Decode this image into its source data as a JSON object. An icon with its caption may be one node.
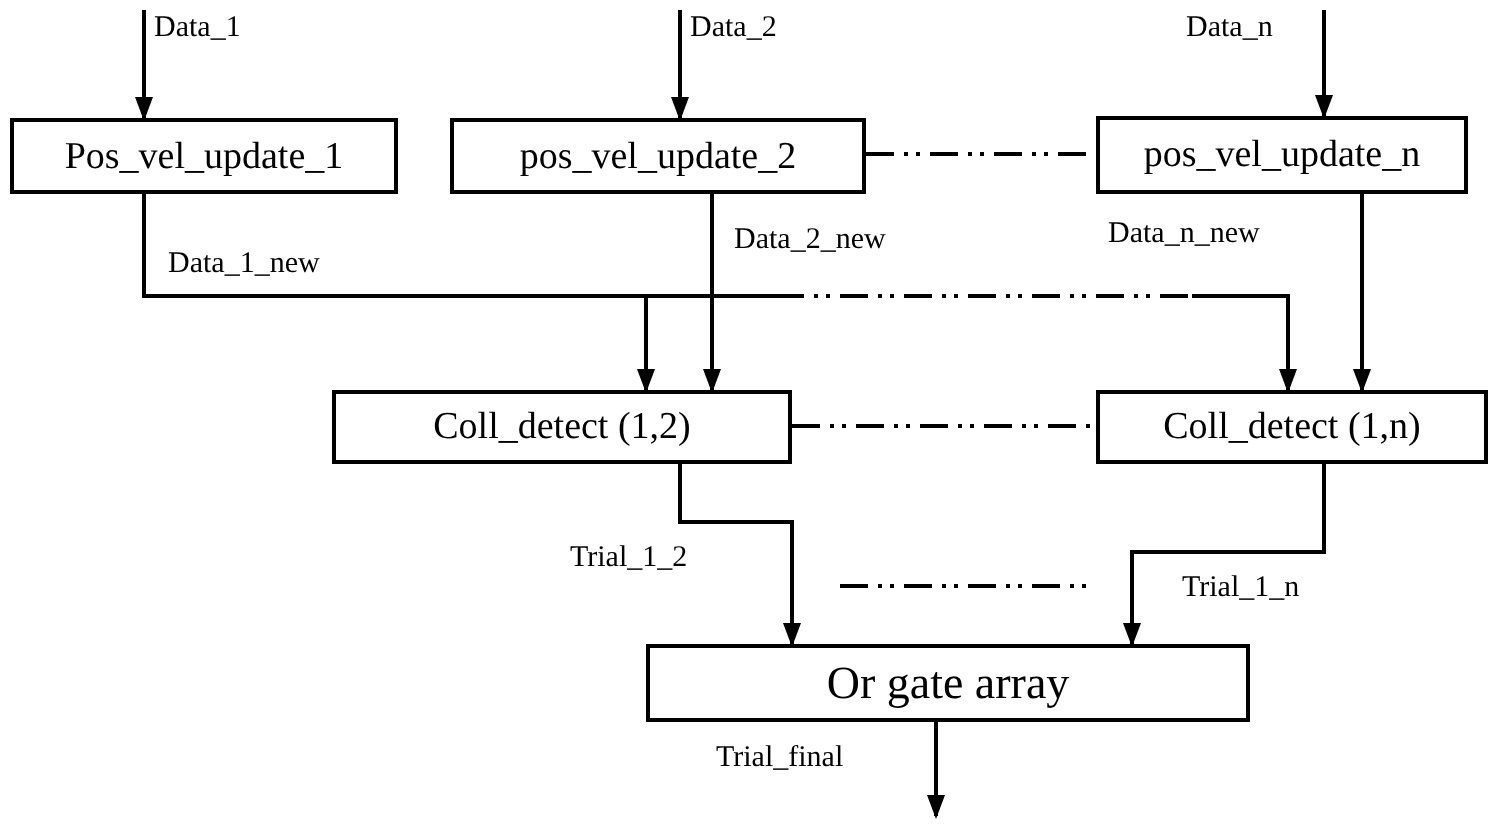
{
  "diagram": {
    "nodes": [
      {
        "text": [
          "Pos_vel_update_1"
        ]
      },
      {
        "text": [
          "pos_vel_update_2"
        ]
      },
      {
        "text": [
          "pos_vel_update_n"
        ]
      },
      {
        "text": [
          "Coll_detect (1,2)"
        ]
      },
      {
        "text": [
          "Coll_detect (1,n)"
        ]
      },
      {
        "text": [
          "Or gate array"
        ]
      }
    ],
    "edges": [
      {
        "from": null,
        "to": 0,
        "arrow": "to",
        "label": "Data_1"
      },
      {
        "from": null,
        "to": 1,
        "arrow": "to",
        "label": "Data_2"
      },
      {
        "from": null,
        "to": 2,
        "arrow": "to",
        "label": "Data_n"
      },
      {
        "from": 1,
        "to": 2,
        "arrow": "none",
        "style": "dashed"
      },
      {
        "from": 0,
        "to": 3,
        "arrow": "to",
        "label": "Data_1_new"
      },
      {
        "from": 1,
        "to": 3,
        "arrow": "to",
        "label": "Data_2_new"
      },
      {
        "from": 0,
        "to": 4,
        "arrow": "to",
        "style": "dashed"
      },
      {
        "from": 2,
        "to": 4,
        "arrow": "to",
        "label": "Data_n_new"
      },
      {
        "from": 3,
        "to": 4,
        "arrow": "none",
        "style": "dashed"
      },
      {
        "from": 3,
        "to": 5,
        "arrow": "to",
        "label": "Trial_1_2"
      },
      {
        "from": 4,
        "to": 5,
        "arrow": "to",
        "label": "Trial_1_n"
      },
      {
        "from": 5,
        "to": null,
        "arrow": "to",
        "label": "Trial_final"
      }
    ]
  }
}
